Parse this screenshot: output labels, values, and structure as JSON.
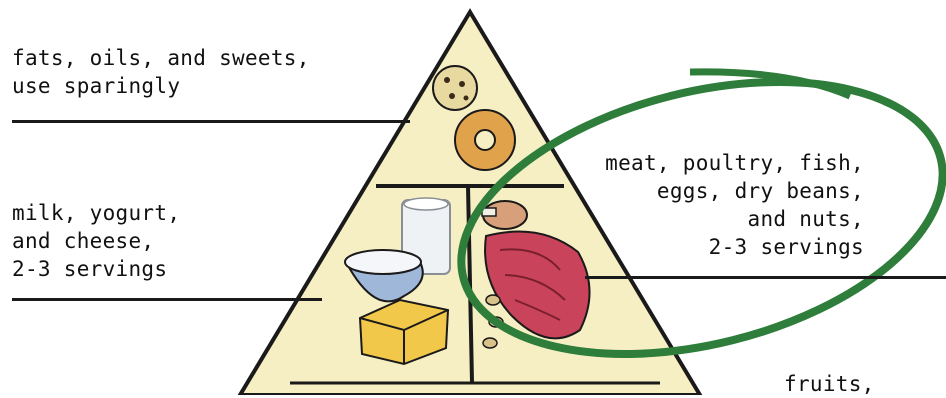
{
  "labels": {
    "fats": [
      "fats, oils, and sweets,",
      "use sparingly"
    ],
    "milk": [
      "milk, yogurt,",
      "and cheese,",
      "2-3 servings"
    ],
    "meat": [
      "meat, poultry, fish,",
      "eggs, dry beans,",
      "and nuts,",
      "2-3 servings"
    ],
    "fruits": [
      "fruits,"
    ]
  },
  "icons": {
    "top": [
      "cookie-icon",
      "donut-icon"
    ],
    "dairy": [
      "milk-glass-icon",
      "yogurt-bowl-icon",
      "cheese-block-icon"
    ],
    "protein": [
      "drumstick-icon",
      "steak-icon",
      "beans-icon"
    ]
  },
  "colors": {
    "pyramid_fill": "#f7efc4",
    "outline": "#1a1a1a",
    "highlight_ellipse": "#2e7d3a",
    "cheese": "#f2c84b",
    "meat": "#c9445a",
    "donut": "#e0a24a"
  }
}
